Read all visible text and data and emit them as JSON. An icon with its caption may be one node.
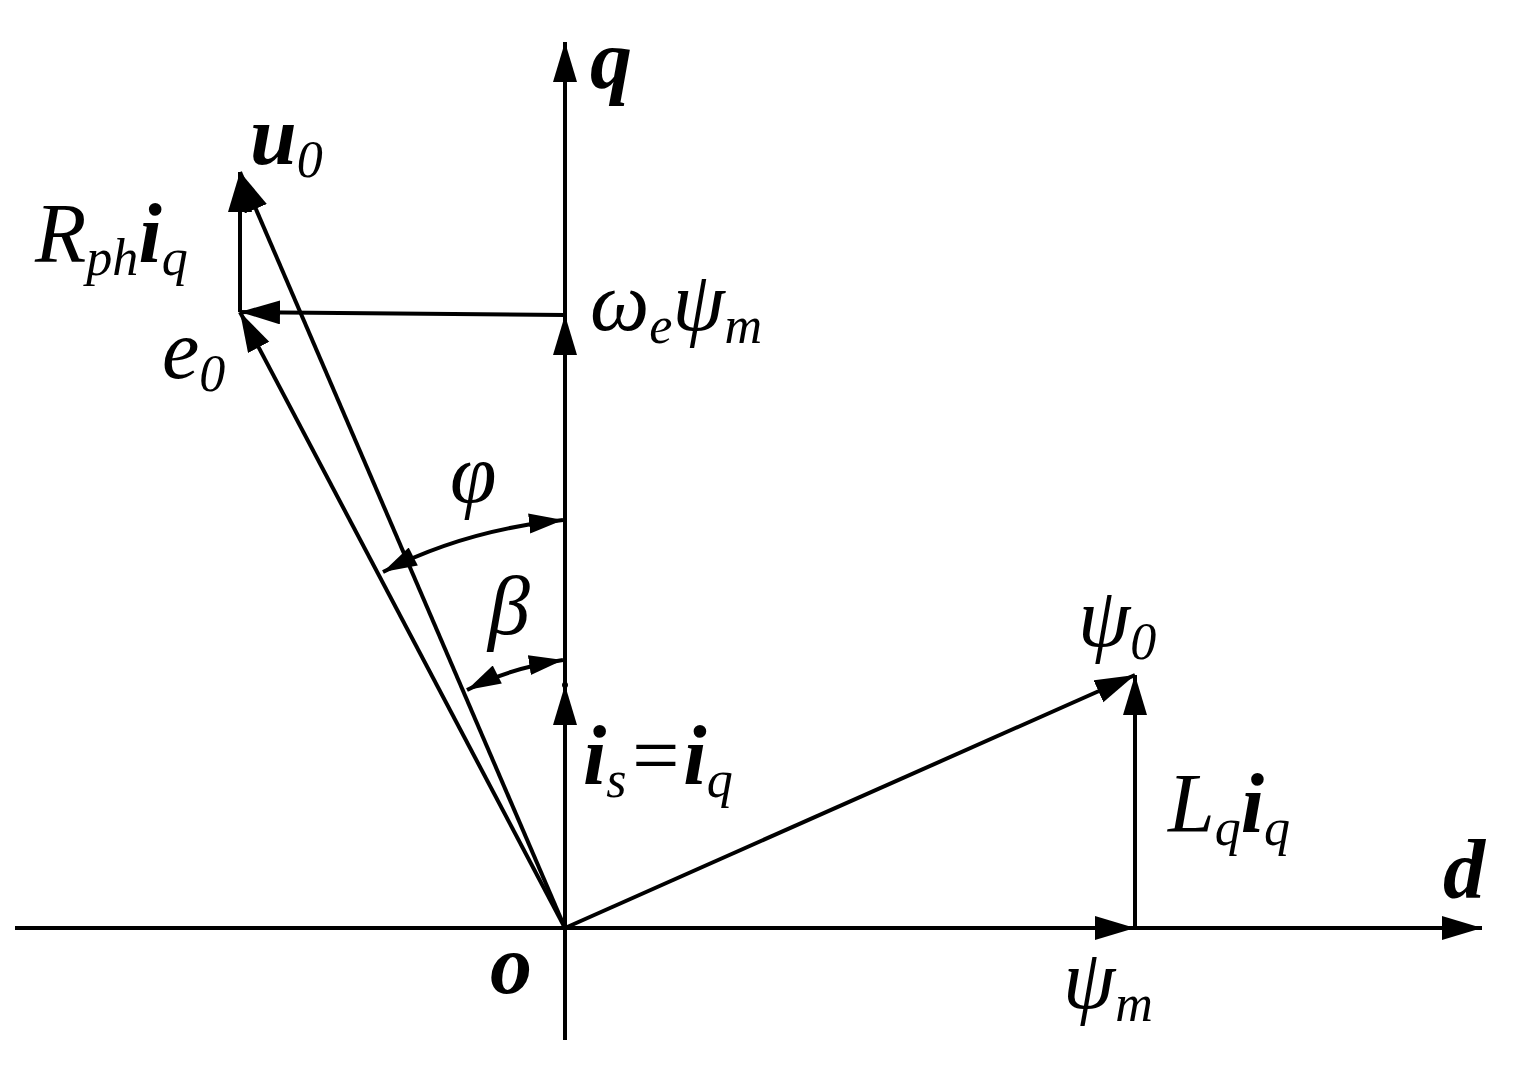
{
  "diagram": {
    "nodes": [
      {
        "text": [
          "o"
        ]
      },
      {
        "text": [
          "**u**$_{0}$"
        ]
      },
      {
        "text": [
          "e$_{0}$"
        ]
      },
      {
        "text": [
          "ω$_{e}$ψ$_{m}$"
        ]
      },
      {
        "text": [],
        "shape": "dot"
      },
      {
        "text": [
          "ψ$_{0}$"
        ]
      },
      {
        "text": [
          "ψ$_{m}$"
        ]
      }
    ],
    "edges": [
      {
        "from": 0,
        "to": 2,
        "arrow": "to"
      },
      {
        "from": 0,
        "to": 1,
        "arrow": "to"
      },
      {
        "from": 0,
        "to": 4,
        "arrow": "to",
        "label": "**i**$_{s}$=**i**$_{q}$"
      },
      {
        "from": 4,
        "to": 3,
        "arrow": "to"
      },
      {
        "from": 3,
        "to": 2,
        "arrow": "to"
      },
      {
        "from": 2,
        "to": 1,
        "arrow": "to",
        "label": "R$_{ph}$**i**$_{q}$"
      },
      {
        "from": 0,
        "to": 5,
        "arrow": "to"
      },
      {
        "from": 0,
        "to": 6,
        "arrow": "to"
      },
      {
        "from": 6,
        "to": 5,
        "arrow": "to",
        "label": "L$_{q}$**i**$_{q}$"
      }
    ],
    "labels": [
      "q",
      "d",
      "φ",
      "β"
    ]
  }
}
